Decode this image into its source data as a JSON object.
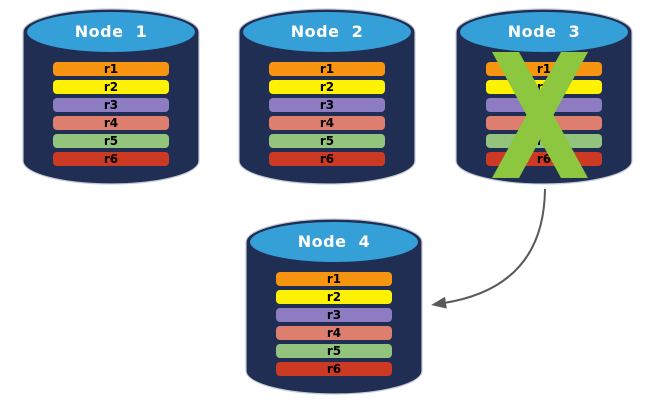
{
  "cylinder": {
    "body_color": "#1F2E52",
    "top_color": "#35A0D8",
    "edge_color": "#C5CCD8"
  },
  "partitions": [
    {
      "label": "r1",
      "color": "#F79511"
    },
    {
      "label": "r2",
      "color": "#FFF200"
    },
    {
      "label": "r3",
      "color": "#8E7CC3"
    },
    {
      "label": "r4",
      "color": "#DE7E6E"
    },
    {
      "label": "r5",
      "color": "#93C47D"
    },
    {
      "label": "r6",
      "color": "#CC3A24"
    }
  ],
  "nodes": [
    {
      "title": "Node  1",
      "failed": false
    },
    {
      "title": "Node  2",
      "failed": false
    },
    {
      "title": "Node  3",
      "failed": true
    },
    {
      "title": "Node  4",
      "failed": false
    }
  ],
  "failure_mark": {
    "color": "#8DC63F"
  },
  "arrow": {
    "color": "#595959",
    "from": "Node 3",
    "to": "Node 4"
  }
}
